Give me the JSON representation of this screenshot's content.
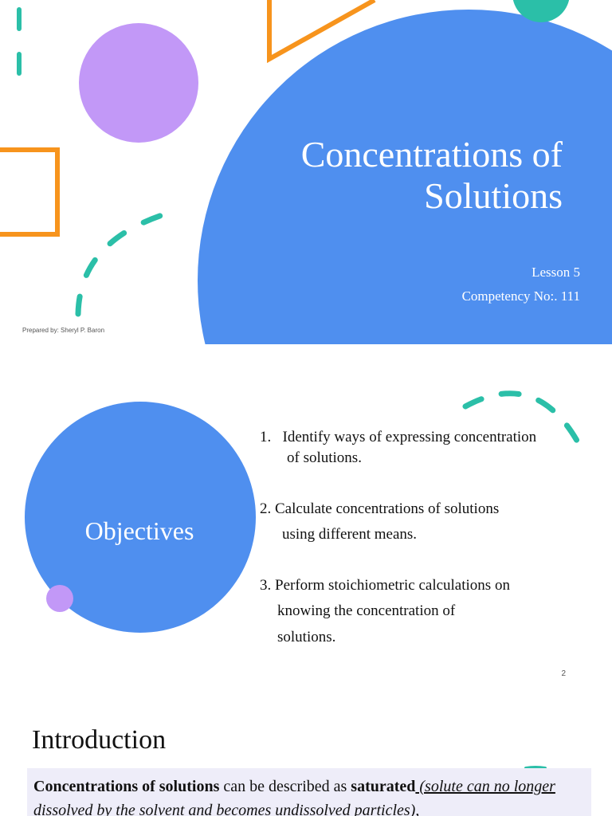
{
  "colors": {
    "blue": "#4f8fef",
    "purple": "#c298f7",
    "teal": "#2bbfa8",
    "orange": "#f7941d",
    "box": "#eeedf9"
  },
  "slide1": {
    "title_line1": "Concentrations of",
    "title_line2": "Solutions",
    "lesson": "Lesson 5",
    "competency": "Competency No:. 111",
    "credit": "Prepared by: Sheryl P. Baron"
  },
  "slide2": {
    "title": "Objectives",
    "items": [
      {
        "num": "1.",
        "line1": "Identify ways of expressing concentration",
        "line2": "of solutions."
      },
      {
        "num": "2.",
        "line1": "Calculate concentrations of solutions",
        "line2": "using different means."
      },
      {
        "num": "3.",
        "line1": "Perform stoichiometric calculations on",
        "line2": "knowing the concentration of",
        "line3": "solutions."
      }
    ],
    "page_number": "2"
  },
  "slide3": {
    "heading": "Introduction",
    "text": {
      "bold1": "Concentrations of solutions",
      "plain1": " can be described as ",
      "bold2": "saturated",
      "italic1": " (solute can no longer dissolved by the solvent and becomes undissolved particles)",
      "plain2": ","
    }
  }
}
